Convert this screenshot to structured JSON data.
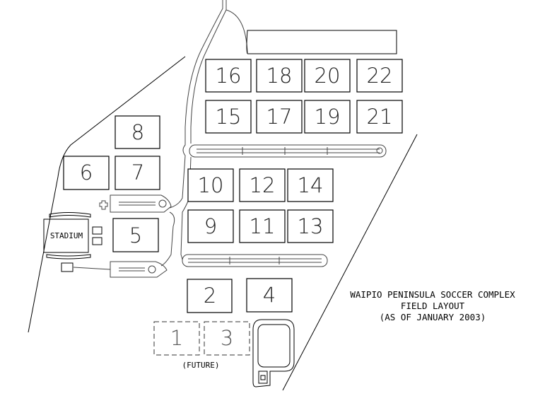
{
  "fields": {
    "f1": "1",
    "f2": "2",
    "f3": "3",
    "f4": "4",
    "f5": "5",
    "f6": "6",
    "f7": "7",
    "f8": "8",
    "f9": "9",
    "f10": "10",
    "f11": "11",
    "f12": "12",
    "f13": "13",
    "f14": "14",
    "f15": "15",
    "f16": "16",
    "f17": "17",
    "f18": "18",
    "f19": "19",
    "f20": "20",
    "f21": "21",
    "f22": "22"
  },
  "stadium_label": "STADIUM",
  "future_label": "(FUTURE)",
  "title": {
    "line1": "WAIPIO PENINSULA SOCCER COMPLEX",
    "line2": "FIELD LAYOUT",
    "line3": "(AS OF JANUARY 2003)"
  }
}
